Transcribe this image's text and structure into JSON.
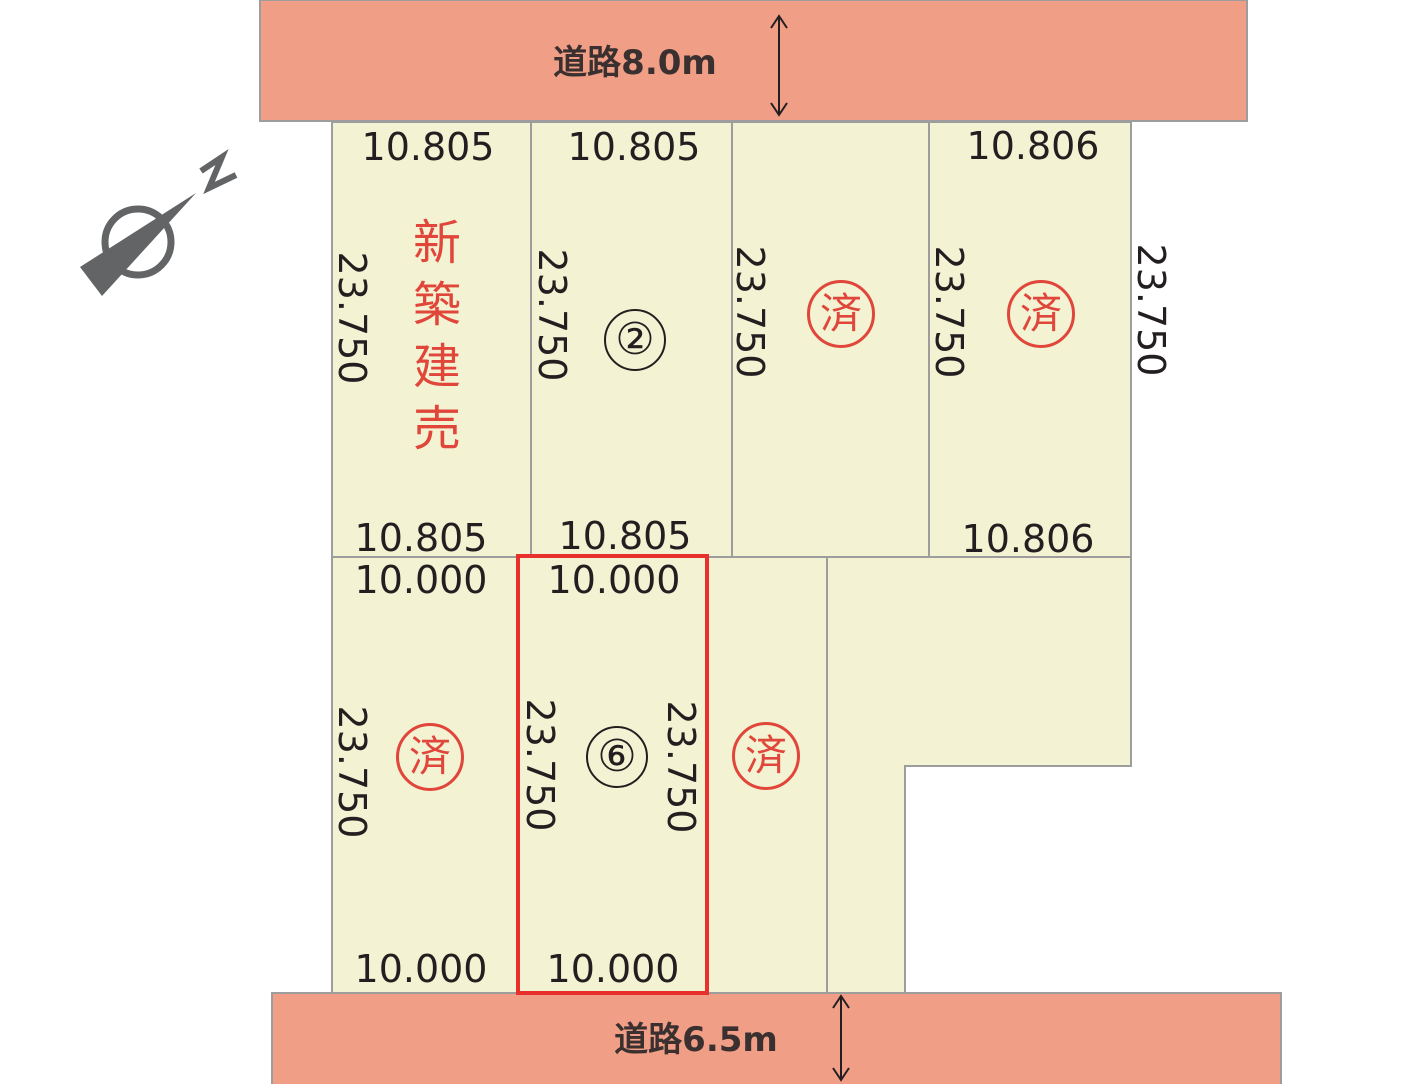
{
  "roads": {
    "top": "道路8.0m",
    "bottom": "道路6.5m"
  },
  "compass": {
    "label": "N"
  },
  "colors": {
    "road": "#f09e85",
    "lot": "#f3f2d3",
    "border": "#9d9d9d",
    "stamp": "#e0463a",
    "highlight": "#e8302d"
  },
  "lots_top": [
    {
      "top_width": "10.805",
      "bottom_width": "10.805",
      "depth": "23.750",
      "status": "新築建売"
    },
    {
      "top_width": "10.805",
      "bottom_width": "10.805",
      "depth": "23.750",
      "number": "②"
    },
    {
      "depth": "23.750",
      "status": "済"
    },
    {
      "top_width": "10.806",
      "bottom_width": "10.806",
      "depth": "23.750",
      "status": "済",
      "right_depth": "23.750"
    }
  ],
  "lots_bottom": [
    {
      "top_width": "10.000",
      "bottom_width": "10.000",
      "depth": "23.750",
      "status": "済"
    },
    {
      "top_width": "10.000",
      "bottom_width": "10.000",
      "depth_left": "23.750",
      "depth_right": "23.750",
      "number": "⑥",
      "highlighted": true
    },
    {
      "status": "済"
    }
  ]
}
